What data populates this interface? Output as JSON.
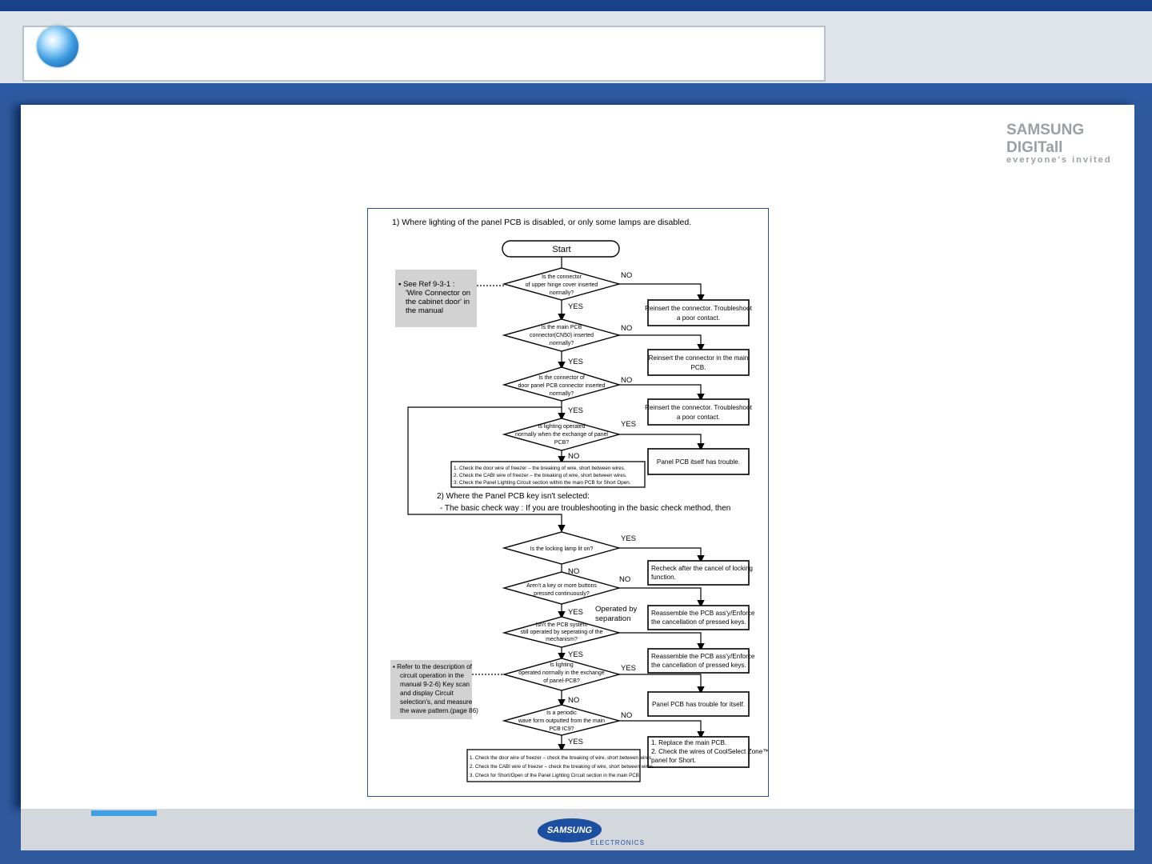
{
  "branding": {
    "tagline_brand": "SAMSUNG DIGITall",
    "tagline_sub": "everyone's invited",
    "footer_logo": "SAMSUNG",
    "footer_logo_sub": "ELECTRONICS"
  },
  "diagram": {
    "section1_title": "1) Where lighting of the panel PCB is disabled, or only some lamps are disabled.",
    "start": "Start",
    "note1": [
      "▪  See Ref 9-3-1 :",
      "'Wire Connector on",
      "the cabinet door' in",
      "the manual"
    ],
    "q1": [
      "Is the connector",
      "of upper hinge cover inserted",
      "normally?"
    ],
    "q2": [
      "Is the main PCB",
      "connector(CN50) inserted",
      "normally?"
    ],
    "q3": [
      "Is the connector of",
      "door panel PCB connector inserted",
      "normally?"
    ],
    "q4": [
      "Is lighting operated",
      "normally when the exchange of panel",
      "PCB?"
    ],
    "a1": [
      "Reinsert the connector. Troubleshoot",
      "a poor contact."
    ],
    "a2": [
      "Reinsert the connector in the main",
      "PCB."
    ],
    "a3": [
      "Reinsert the connector. Troubleshoot",
      "a poor contact."
    ],
    "a4": "Panel PCB  itself has trouble.",
    "check1": [
      "1. Check the door wire of freezer – the breaking of wire, short between wires.",
      "2. Check the CABI wire of freezer – the breaking of wire, short between wires.",
      "3. Check the Panel Lighting Circuit section within the main PCB for Short Open."
    ],
    "section2_title": "2) Where the Panel PCB key isn't selected:",
    "section2_sub": "- The basic check way : If you are troubleshooting in the basic check method, then",
    "q5": [
      "Is the locking lamp lit on?"
    ],
    "q6": [
      "Aren't a key or more buttons",
      "pressed continuously?"
    ],
    "q7": [
      "Isn't the PCB system",
      "still operated by seperating of the",
      "mechanism?"
    ],
    "q8": [
      "Is lighting",
      "operated normally in the exchange",
      "of panel-PCB?"
    ],
    "q9": [
      "Is a periodic",
      "wave form outputted from the main",
      "PCB IC9?"
    ],
    "a5": [
      "Recheck after the cancel of locking",
      "function."
    ],
    "a6": [
      "Reassemble the PCB ass'y/Enforce",
      "the cancellation of pressed keys."
    ],
    "a7": [
      "Reassemble the PCB ass'y/Enforce",
      "the cancellation of pressed keys."
    ],
    "a8": "Panel PCB has trouble for itself.",
    "a9": [
      "1. Replace the main PCB.",
      "2. Check the wires of CoolSelect Zone™",
      "   panel for Short."
    ],
    "note2": [
      "▪ Refer to the description of",
      "circuit operation in the",
      "manual 9-2-6) Key scan",
      "and display Circuit",
      "selection's, and measure",
      "the wave pattern.(page 86)"
    ],
    "check2": [
      "1. Check the door wire of freezer – check the breaking of wire, short between wires.",
      "2. Check the CABI wire of freezer – check the breaking of wire, short between wires.",
      "3. Check for Short/Open of the Panel Lighting Circuit section in the main PCB."
    ],
    "operated_by": [
      "Operated by",
      "separation"
    ],
    "yes": "YES",
    "no": "NO"
  }
}
